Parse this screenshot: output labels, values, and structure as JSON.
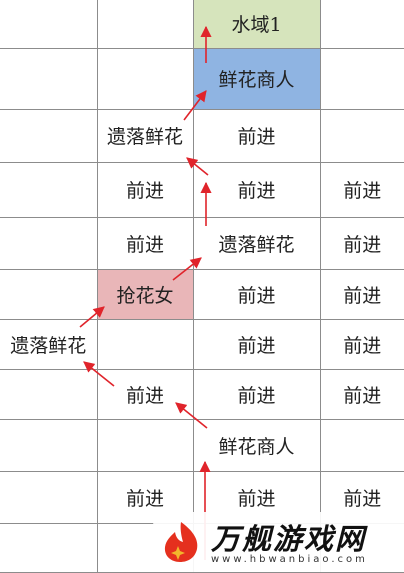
{
  "grid": {
    "rows": [
      [
        "",
        "",
        "水域1",
        ""
      ],
      [
        "",
        "",
        "鲜花商人",
        ""
      ],
      [
        "",
        "遗落鲜花",
        "前进",
        ""
      ],
      [
        "",
        "前进",
        "前进",
        "前进"
      ],
      [
        "",
        "前进",
        "遗落鲜花",
        "前进"
      ],
      [
        "",
        "抢花女",
        "前进",
        "前进"
      ],
      [
        "遗落鲜花",
        "",
        "前进",
        "前进"
      ],
      [
        "",
        "前进",
        "前进",
        "前进"
      ],
      [
        "",
        "",
        "鲜花商人",
        ""
      ],
      [
        "",
        "前进",
        "前进",
        "前进"
      ],
      [
        "",
        "",
        "",
        ""
      ]
    ],
    "highlights": [
      {
        "row": 0,
        "col": 2,
        "color": "#d6e4bc"
      },
      {
        "row": 1,
        "col": 2,
        "color": "#8fb4e2"
      },
      {
        "row": 5,
        "col": 1,
        "color": "#e9b6b8"
      }
    ]
  },
  "arrow_color": "#e0242b",
  "watermark": {
    "title": "万舰游戏网",
    "url": "www.hbwanbiao.com",
    "logo_colors": {
      "flame": "#e5301e",
      "spark": "#f2b62c"
    }
  }
}
